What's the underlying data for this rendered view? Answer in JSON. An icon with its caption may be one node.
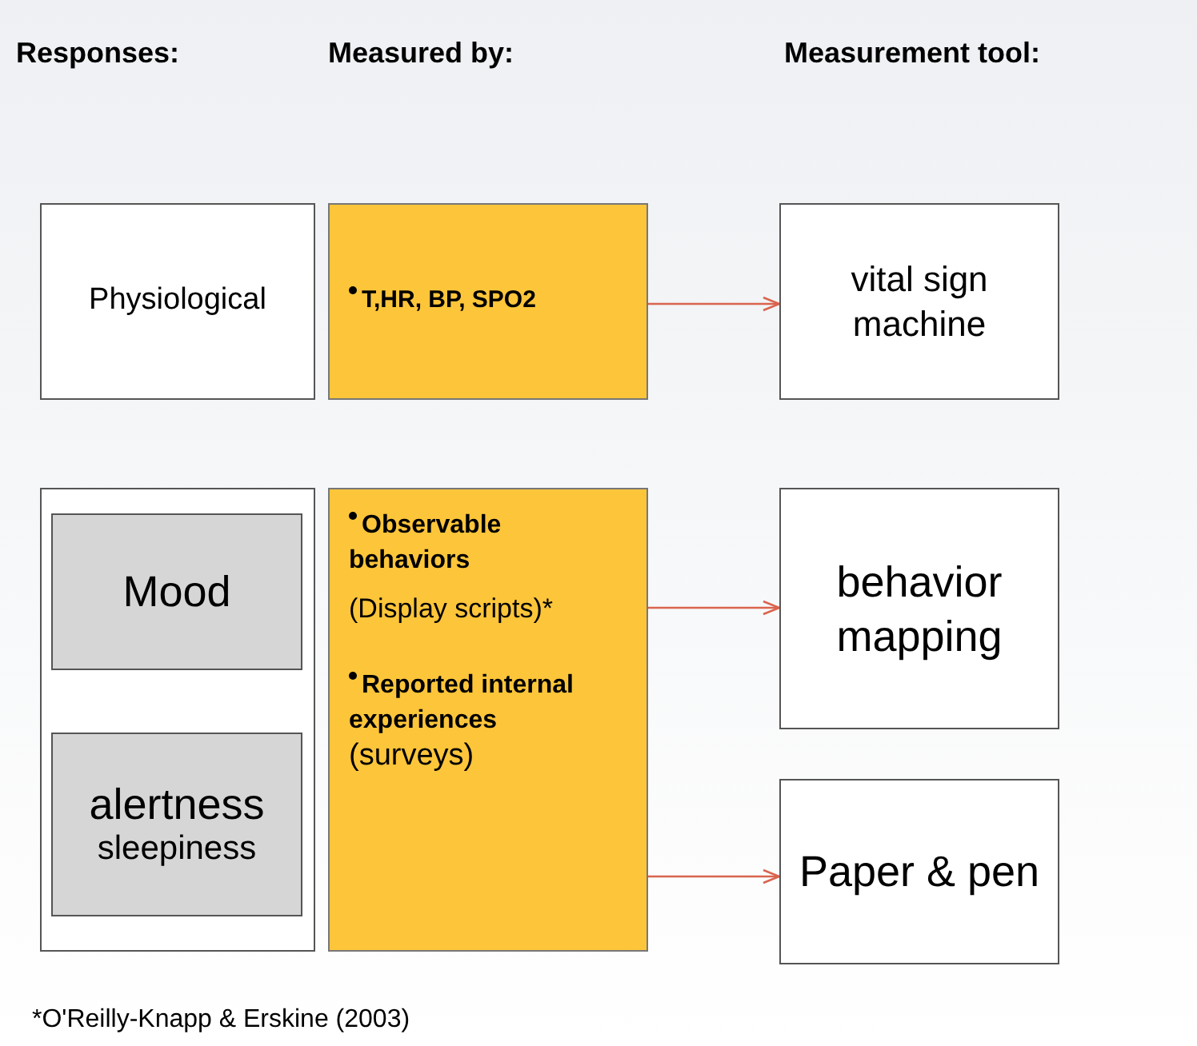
{
  "diagram": {
    "nodes": [
      {
        "text": [
          "Physiological"
        ]
      },
      {
        "text": [
          "T,HR, BP, SPO2"
        ]
      },
      {
        "text": [
          "vital sign machine"
        ]
      },
      {
        "text": [],
        "shape": "box"
      },
      {
        "text": [
          "Mood"
        ],
        "in": 3
      },
      {
        "text": [
          "alertness",
          "sleepiness"
        ],
        "in": 3
      },
      {
        "text": [
          "Observable behaviors",
          "(Display scripts)*",
          "Reported internal experiences",
          "(surveys)"
        ]
      },
      {
        "text": [
          "behavior mapping"
        ]
      },
      {
        "text": [
          "Paper & pen"
        ]
      }
    ],
    "edges": [
      {
        "from": 1,
        "to": 2,
        "arrow": "to"
      },
      {
        "from": 6,
        "to": 7,
        "arrow": "to"
      },
      {
        "from": 6,
        "to": 8,
        "arrow": "to"
      }
    ],
    "labels": [
      "Responses:",
      "Measured by:",
      "Measurement tool:",
      "*O'Reilly-Knapp & Erskine (2003)"
    ]
  }
}
